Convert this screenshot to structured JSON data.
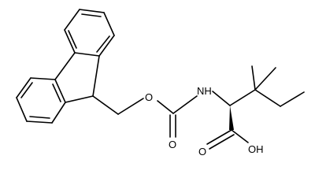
{
  "structure": {
    "colors": {
      "bond": "#000000",
      "background": "#ffffff"
    },
    "atoms": {
      "ester_oxygen": "O",
      "carbonyl_oxygen": "O",
      "nitrogen": "NH",
      "acid_oh": "OH",
      "acid_carbonyl_oxygen": "O"
    }
  }
}
